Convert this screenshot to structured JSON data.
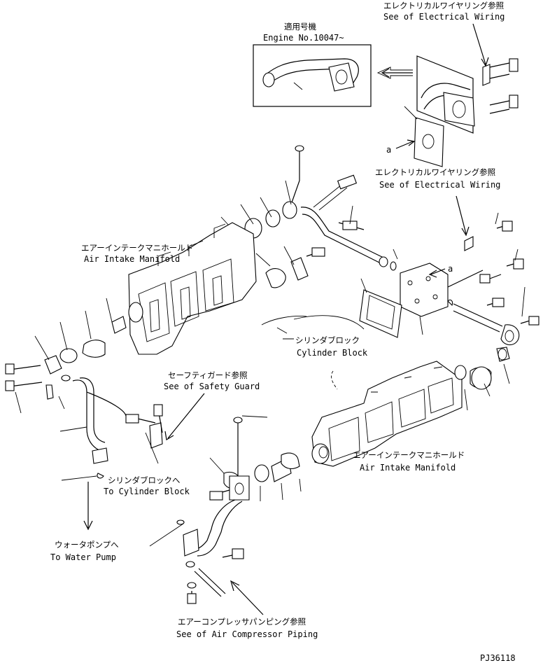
{
  "labels": {
    "applicable_model_jp": "適用号機",
    "engine_no": "Engine No.10047~",
    "elec_wiring_top_jp": "エレクトリカルワイヤリング参照",
    "elec_wiring_top_en": "See of Electrical Wiring",
    "elec_wiring_mid_jp": "エレクトリカルワイヤリング参照",
    "elec_wiring_mid_en": "See of Electrical Wiring",
    "manifold_left_jp": "エアーインテークマニホールド",
    "manifold_left_en": "Air Intake Manifold",
    "cylinder_block_jp": "シリンダブロック",
    "cylinder_block_en": "Cylinder Block",
    "safety_guard_jp": "セーフティガード参照",
    "safety_guard_en": "See of Safety Guard",
    "to_cyl_block_jp": "シリンダブロックへ",
    "to_cyl_block_en": "To Cylinder Block",
    "to_water_pump_jp": "ウォータポンプへ",
    "to_water_pump_en": "To Water Pump",
    "manifold_right_jp": "エアーインテークマニホールド",
    "manifold_right_en": "Air Intake Manifold",
    "air_comp_jp": "エアーコンプレッサパンピング参照",
    "air_comp_en": "See of Air Compressor Piping",
    "ref_a_top": "a",
    "ref_a_mid": "a",
    "drawing_no": "PJ36118"
  }
}
